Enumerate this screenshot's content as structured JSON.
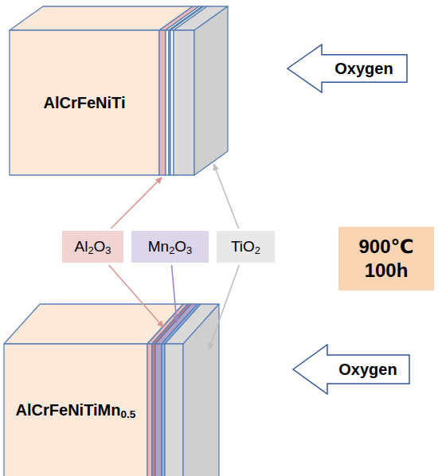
{
  "diagram": {
    "nodes": [
      {
        "text": [
          "AlCrFeNiTi"
        ]
      },
      {
        "text": [
          "Oxygen"
        ]
      },
      {
        "text": [
          "Al2O3"
        ]
      },
      {
        "text": [
          "Mn2O3"
        ]
      },
      {
        "text": [
          "TiO2"
        ]
      },
      {
        "text": [
          "900℃ 100h"
        ]
      },
      {
        "text": [
          "AlCrFeNiTiMn0.5"
        ]
      },
      {
        "text": [
          "Oxygen"
        ]
      }
    ],
    "edges": [
      {
        "from": 2,
        "to": 0,
        "arrow": "to"
      },
      {
        "from": 2,
        "to": 6,
        "arrow": "to"
      },
      {
        "from": 3,
        "to": 6,
        "arrow": "to"
      },
      {
        "from": 4,
        "to": 0,
        "arrow": "to"
      },
      {
        "from": 4,
        "to": 6,
        "arrow": "to"
      }
    ]
  }
}
